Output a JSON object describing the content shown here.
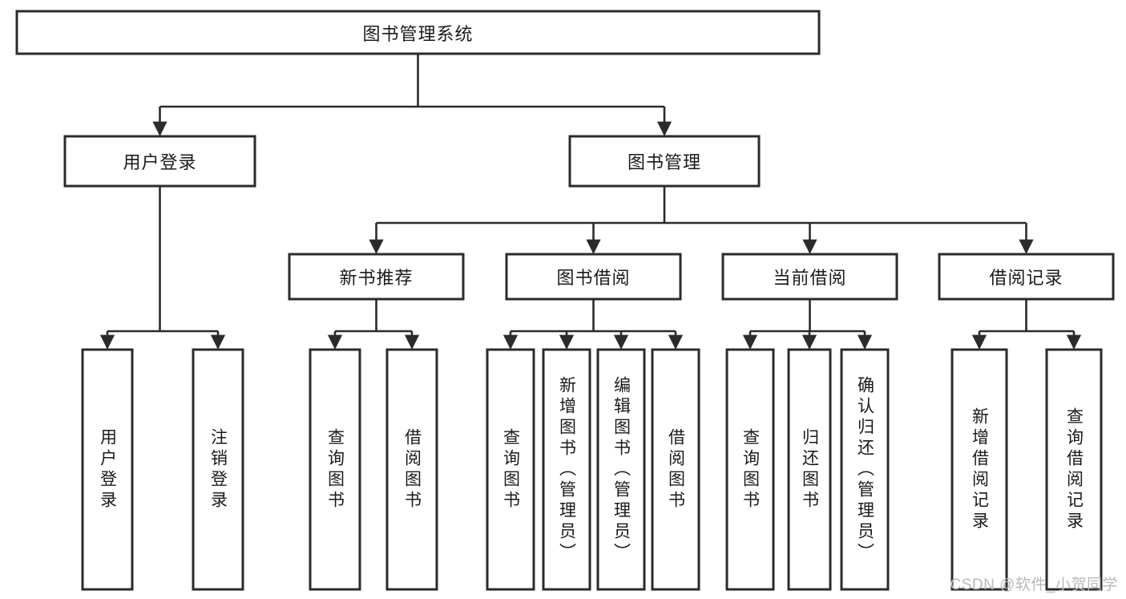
{
  "diagram": {
    "type": "tree-hierarchy-chart",
    "title": "图书管理系统",
    "colors": {
      "box_stroke": "#2b2b2b",
      "box_fill": "#ffffff",
      "line": "#2b2b2b",
      "text": "#1a1a1a",
      "watermark": "#b9b9b9",
      "background": "#ffffff"
    },
    "root": {
      "label": "图书管理系统"
    },
    "level2": [
      {
        "label": "用户登录"
      },
      {
        "label": "图书管理"
      }
    ],
    "level3": [
      {
        "label": "新书推荐"
      },
      {
        "label": "图书借阅"
      },
      {
        "label": "当前借阅"
      },
      {
        "label": "借阅记录"
      }
    ],
    "leaves": [
      {
        "label": "用户登录",
        "parent": "用户登录"
      },
      {
        "label": "注销登录",
        "parent": "用户登录"
      },
      {
        "label": "查询图书",
        "parent": "新书推荐"
      },
      {
        "label": "借阅图书",
        "parent": "新书推荐"
      },
      {
        "label": "查询图书",
        "parent": "图书借阅"
      },
      {
        "label": "新增图书（管理员）",
        "parent": "图书借阅"
      },
      {
        "label": "编辑图书（管理员）",
        "parent": "图书借阅"
      },
      {
        "label": "借阅图书",
        "parent": "图书借阅"
      },
      {
        "label": "查询图书",
        "parent": "当前借阅"
      },
      {
        "label": "归还图书",
        "parent": "当前借阅"
      },
      {
        "label": "确认归还（管理员）",
        "parent": "当前借阅"
      },
      {
        "label": "新增借阅记录",
        "parent": "借阅记录"
      },
      {
        "label": "查询借阅记录",
        "parent": "借阅记录"
      }
    ]
  },
  "watermark": {
    "text": "CSDN @软件_小贺同学"
  }
}
